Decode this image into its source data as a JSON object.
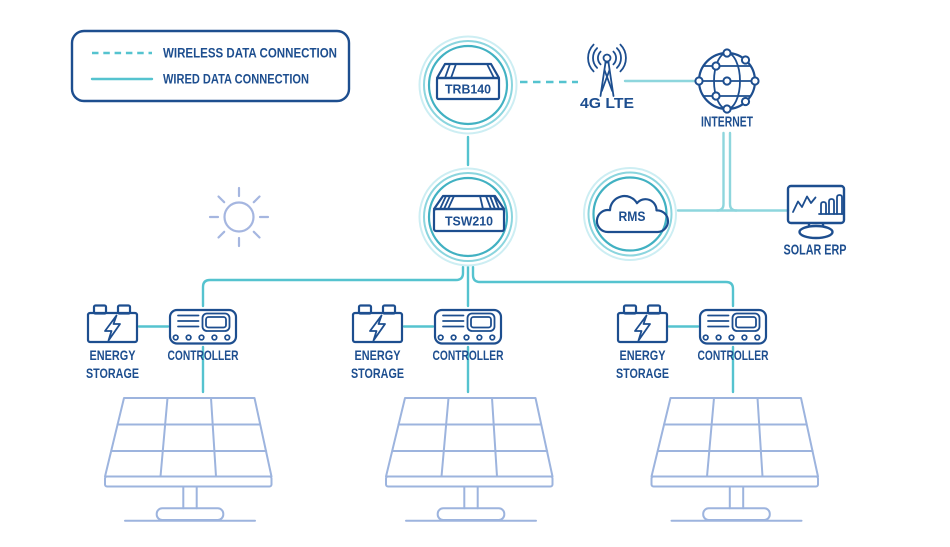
{
  "colors": {
    "outline_blue": "#1d4e8f",
    "line_teal": "#55c3cf",
    "line_teal_light": "#8ed6dd",
    "panel_periwinkle": "#9db4de",
    "sun_periwinkle": "#a5b6e0",
    "ring_inner": "#41b1c2",
    "ring_mid": "#8bd5de",
    "ring_outer": "#cdeef3"
  },
  "legend": {
    "wireless": "WIRELESS DATA CONNECTION",
    "wired": "WIRED DATA CONNECTION"
  },
  "nodes": {
    "gateway": "TRB140",
    "switch": "TSW210",
    "lte": "4G LTE",
    "internet": "INTERNET",
    "rms": "RMS",
    "erp": "SOLAR ERP"
  },
  "site": {
    "storage_line1": "ENERGY",
    "storage_line2": "STORAGE",
    "controller": "CONTROLLER"
  },
  "icons": {
    "gateway": "router-box-icon",
    "switch": "switch-box-icon",
    "lte": "cell-tower-icon",
    "internet": "globe-network-icon",
    "rms": "cloud-icon",
    "erp": "monitor-chart-icon",
    "storage": "battery-bolt-icon",
    "controller": "controller-panel-icon",
    "sun": "sun-icon",
    "panel": "solar-panel-icon"
  }
}
